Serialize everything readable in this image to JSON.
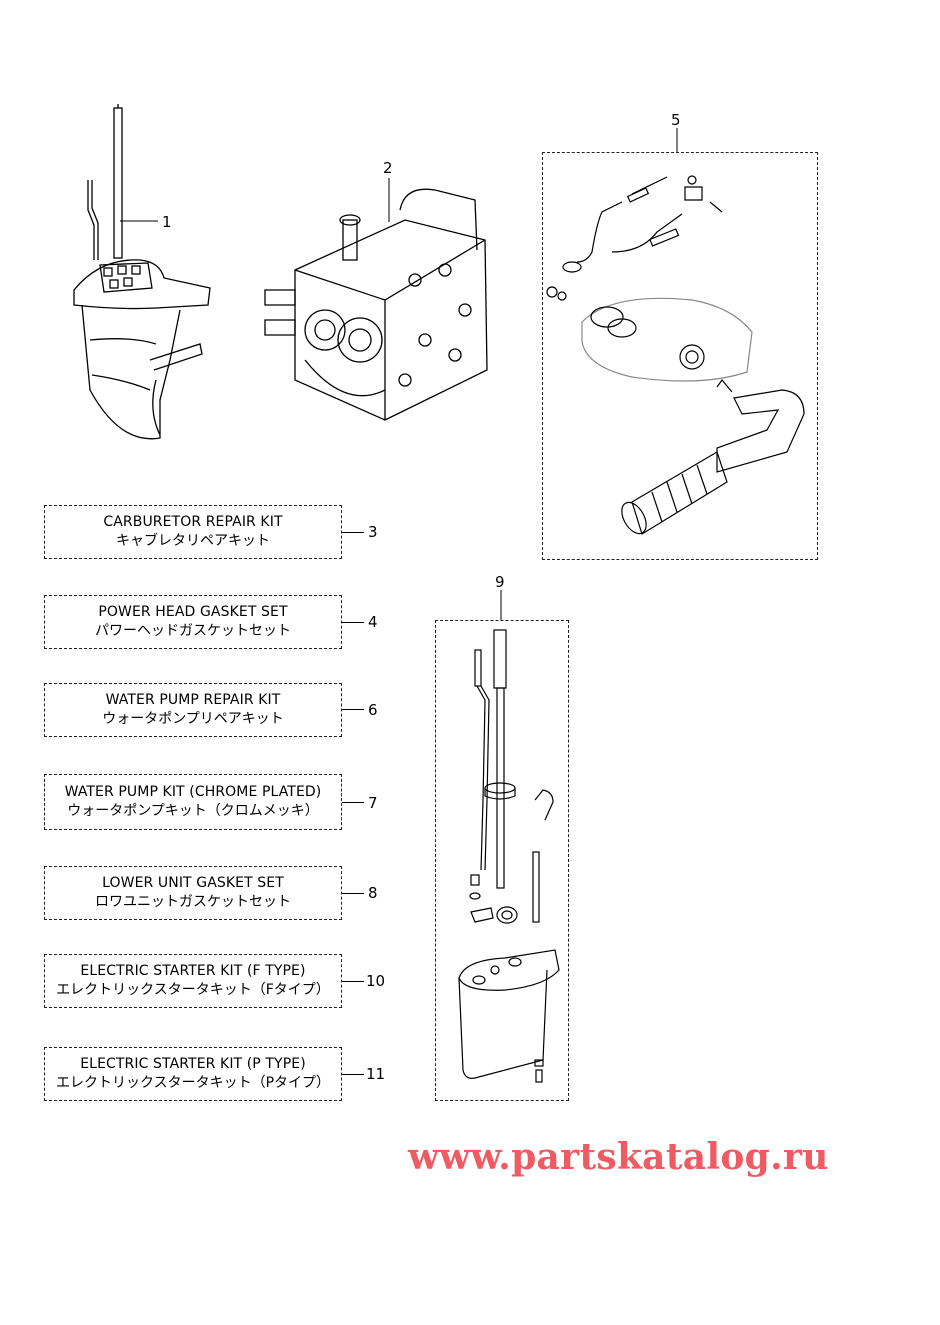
{
  "callouts": {
    "c1": "1",
    "c2": "2",
    "c5": "5",
    "c9": "9"
  },
  "kits": [
    {
      "number": "3",
      "name_en": "CARBURETOR REPAIR KIT",
      "name_ja": "キャブレタリペアキット"
    },
    {
      "number": "4",
      "name_en": "POWER HEAD GASKET SET",
      "name_ja": "パワーヘッドガスケットセット"
    },
    {
      "number": "6",
      "name_en": "WATER PUMP REPAIR KIT",
      "name_ja": "ウォータポンプリペアキット"
    },
    {
      "number": "7",
      "name_en": "WATER PUMP KIT (CHROME PLATED)",
      "name_ja": "ウォータポンプキット（クロムメッキ）"
    },
    {
      "number": "8",
      "name_en": "LOWER UNIT GASKET SET",
      "name_ja": "ロワユニットガスケットセット"
    },
    {
      "number": "10",
      "name_en": "ELECTRIC STARTER KIT (F TYPE)",
      "name_ja": "エレクトリックスタータキット（Fタイプ）"
    },
    {
      "number": "11",
      "name_en": "ELECTRIC STARTER KIT (P TYPE)",
      "name_ja": "エレクトリックスタータキット（Pタイプ）"
    }
  ],
  "watermark": "www.partskatalog.ru",
  "colors": {
    "watermark": "#ef5b63",
    "line": "#000000"
  }
}
